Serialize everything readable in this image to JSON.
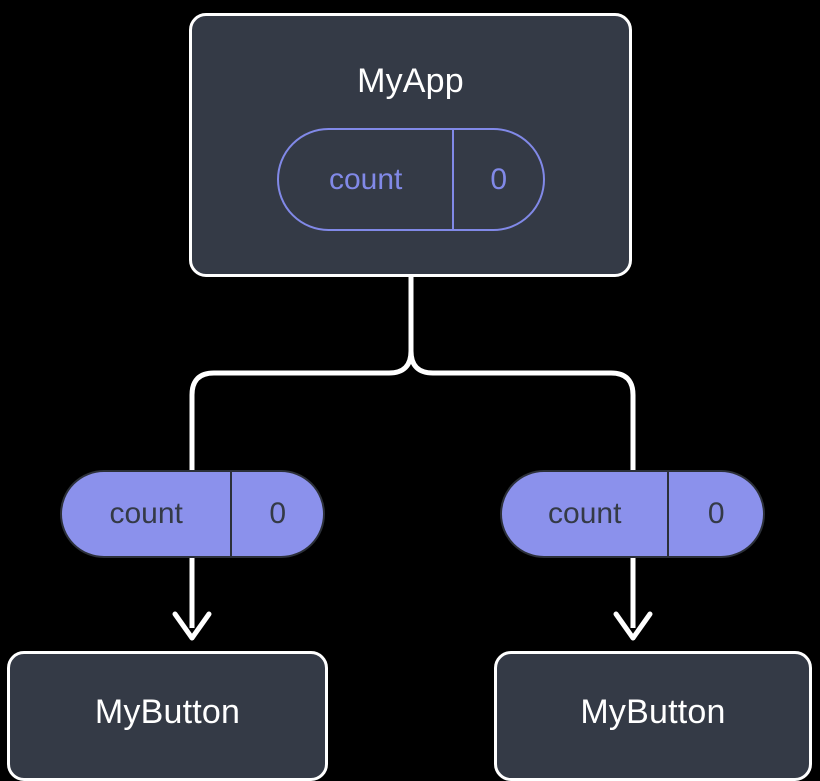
{
  "diagram": {
    "title_text": "MyApp",
    "background_color": "#000000",
    "box_fill_color": "#343a46",
    "box_border_color": "#ffffff",
    "pill_accent_color": "#8b91ec",
    "pill_outline_color": "#8189e8",
    "pill_text_dark_color": "#343a46",
    "connector_color": "#ffffff"
  },
  "root": {
    "label": "MyApp",
    "state": {
      "key": "count",
      "value": "0"
    }
  },
  "props": [
    {
      "key": "count",
      "value": "0"
    },
    {
      "key": "count",
      "value": "0"
    }
  ],
  "children": [
    {
      "label": "MyButton"
    },
    {
      "label": "MyButton"
    }
  ]
}
